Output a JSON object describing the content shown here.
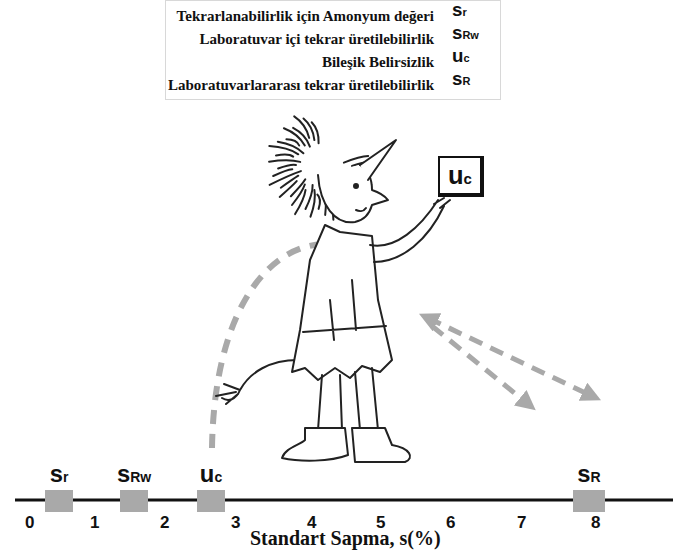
{
  "diagram": {
    "nodes": [
      {
        "text": [
          "sr"
        ]
      },
      {
        "text": [
          "sRw"
        ]
      },
      {
        "text": [
          "uc"
        ]
      },
      {
        "text": [
          "sR"
        ]
      },
      {
        "text": [
          "uc"
        ]
      }
    ],
    "labels": [
      "sr",
      "sRw",
      "uc",
      "sR",
      "0",
      "1",
      "2",
      "3",
      "4",
      "5",
      "6",
      "7",
      "8",
      "Standart Sapma, s(%)"
    ],
    "legend": [
      {
        "text": "Tekrarlanabilirlik için Amonyum değeri"
      },
      {
        "text": "Laboratuvar içi tekrar üretilebilirlik"
      },
      {
        "text": "Bileşik Belirsizlik"
      },
      {
        "text": "Laboratuvarlararası tekrar üretilebilirlik"
      }
    ]
  }
}
